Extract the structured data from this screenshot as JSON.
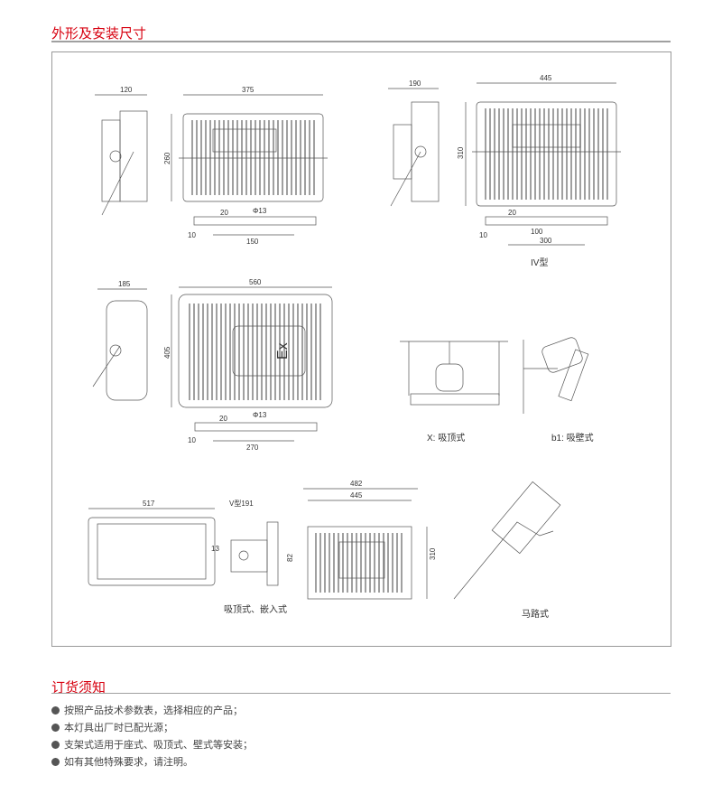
{
  "section1": {
    "title": "外形及安装尺寸"
  },
  "drawings": {
    "d1": {
      "side": "120",
      "width": "375",
      "height": "260",
      "hole_offset": "20",
      "hole_dia": "Φ13",
      "plate_h": "10",
      "hole_span": "150"
    },
    "d2": {
      "side": "190",
      "width": "445",
      "height": "310",
      "hole_offset": "20",
      "plate_h": "10",
      "inner_span": "100",
      "hole_span": "300",
      "caption": "IV型"
    },
    "d3": {
      "side": "185",
      "width": "560",
      "height": "405",
      "hole_offset": "20",
      "hole_dia": "Φ13",
      "plate_h": "10",
      "hole_span": "270"
    },
    "d4": {
      "caption": "X: 吸顶式"
    },
    "d5": {
      "caption": "b1: 吸壁式"
    },
    "d6": {
      "width": "517",
      "gap": "13",
      "side": "V型191",
      "hole_span": "82",
      "outer_w": "482",
      "inner_w": "445",
      "height": "310",
      "caption": "吸顶式、嵌入式"
    },
    "d7": {
      "caption": "马路式"
    }
  },
  "section2": {
    "title": "订货须知",
    "items": [
      "按照产品技术参数表，选择相应的产品；",
      "本灯具出厂时已配光源；",
      "支架式适用于座式、吸顶式、壁式等安装；",
      "如有其他特殊要求，请注明。"
    ]
  }
}
